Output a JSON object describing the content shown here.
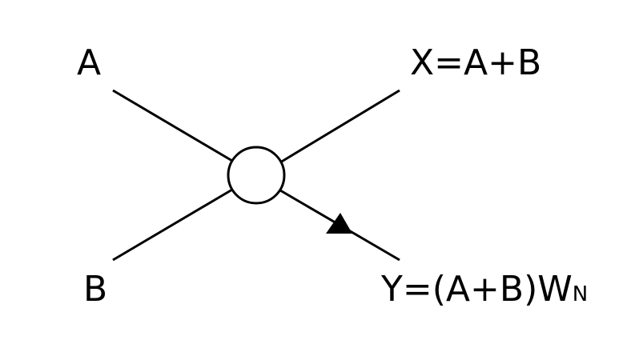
{
  "labels": {
    "input_a": "A",
    "input_b": "B",
    "output_x": "X=A+B",
    "output_y_main": "Y=(A+B)W",
    "output_y_sub": "N"
  },
  "colors": {
    "stroke": "#000000",
    "background": "#ffffff"
  }
}
